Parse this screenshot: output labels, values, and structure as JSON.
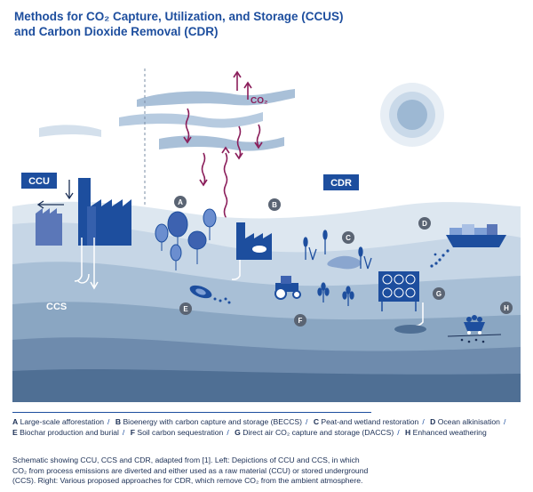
{
  "title": {
    "line1": "Methods for CO₂ Capture, Utilization, and Storage (CCUS)",
    "line2": "and Carbon Dioxide Removal (CDR)"
  },
  "labels": {
    "ccu": "CCU",
    "ccs": "CCS",
    "cdr": "CDR",
    "co2": "CO₂"
  },
  "markers": [
    "A",
    "B",
    "C",
    "D",
    "E",
    "F",
    "G",
    "H"
  ],
  "legend": [
    {
      "key": "A",
      "text": "Large-scale afforestation"
    },
    {
      "key": "B",
      "text": "Bioenergy with carbon capture and storage (BECCS)"
    },
    {
      "key": "C",
      "text": "Peat-and wetland restoration"
    },
    {
      "key": "D",
      "text": "Ocean alkinisation"
    },
    {
      "key": "E",
      "text": "Biochar production and burial"
    },
    {
      "key": "F",
      "text": "Soil carbon sequestration"
    },
    {
      "key": "G",
      "text": "Direct air CO₂ capture and storage (DACCS)"
    },
    {
      "key": "H",
      "text": "Enhanced weathering"
    }
  ],
  "caption": {
    "line1": "Schematic showing CCU, CCS and CDR, adapted from [1]. Left: Depictions of CCU and CCS, in which",
    "line2": "CO₂ from process emissions are diverted and either used as a raw material (CCU) or stored underground",
    "line3": "(CCS). Right: Various proposed approaches for CDR, which remove CO₂ from the ambient atmosphere."
  },
  "colors": {
    "navy": "#1d4e9e",
    "sky": "#a9c0d8",
    "arrow": "#8a1d5a",
    "hill_light": "#c6d6e6",
    "hill_dark": "#4f6f94"
  }
}
